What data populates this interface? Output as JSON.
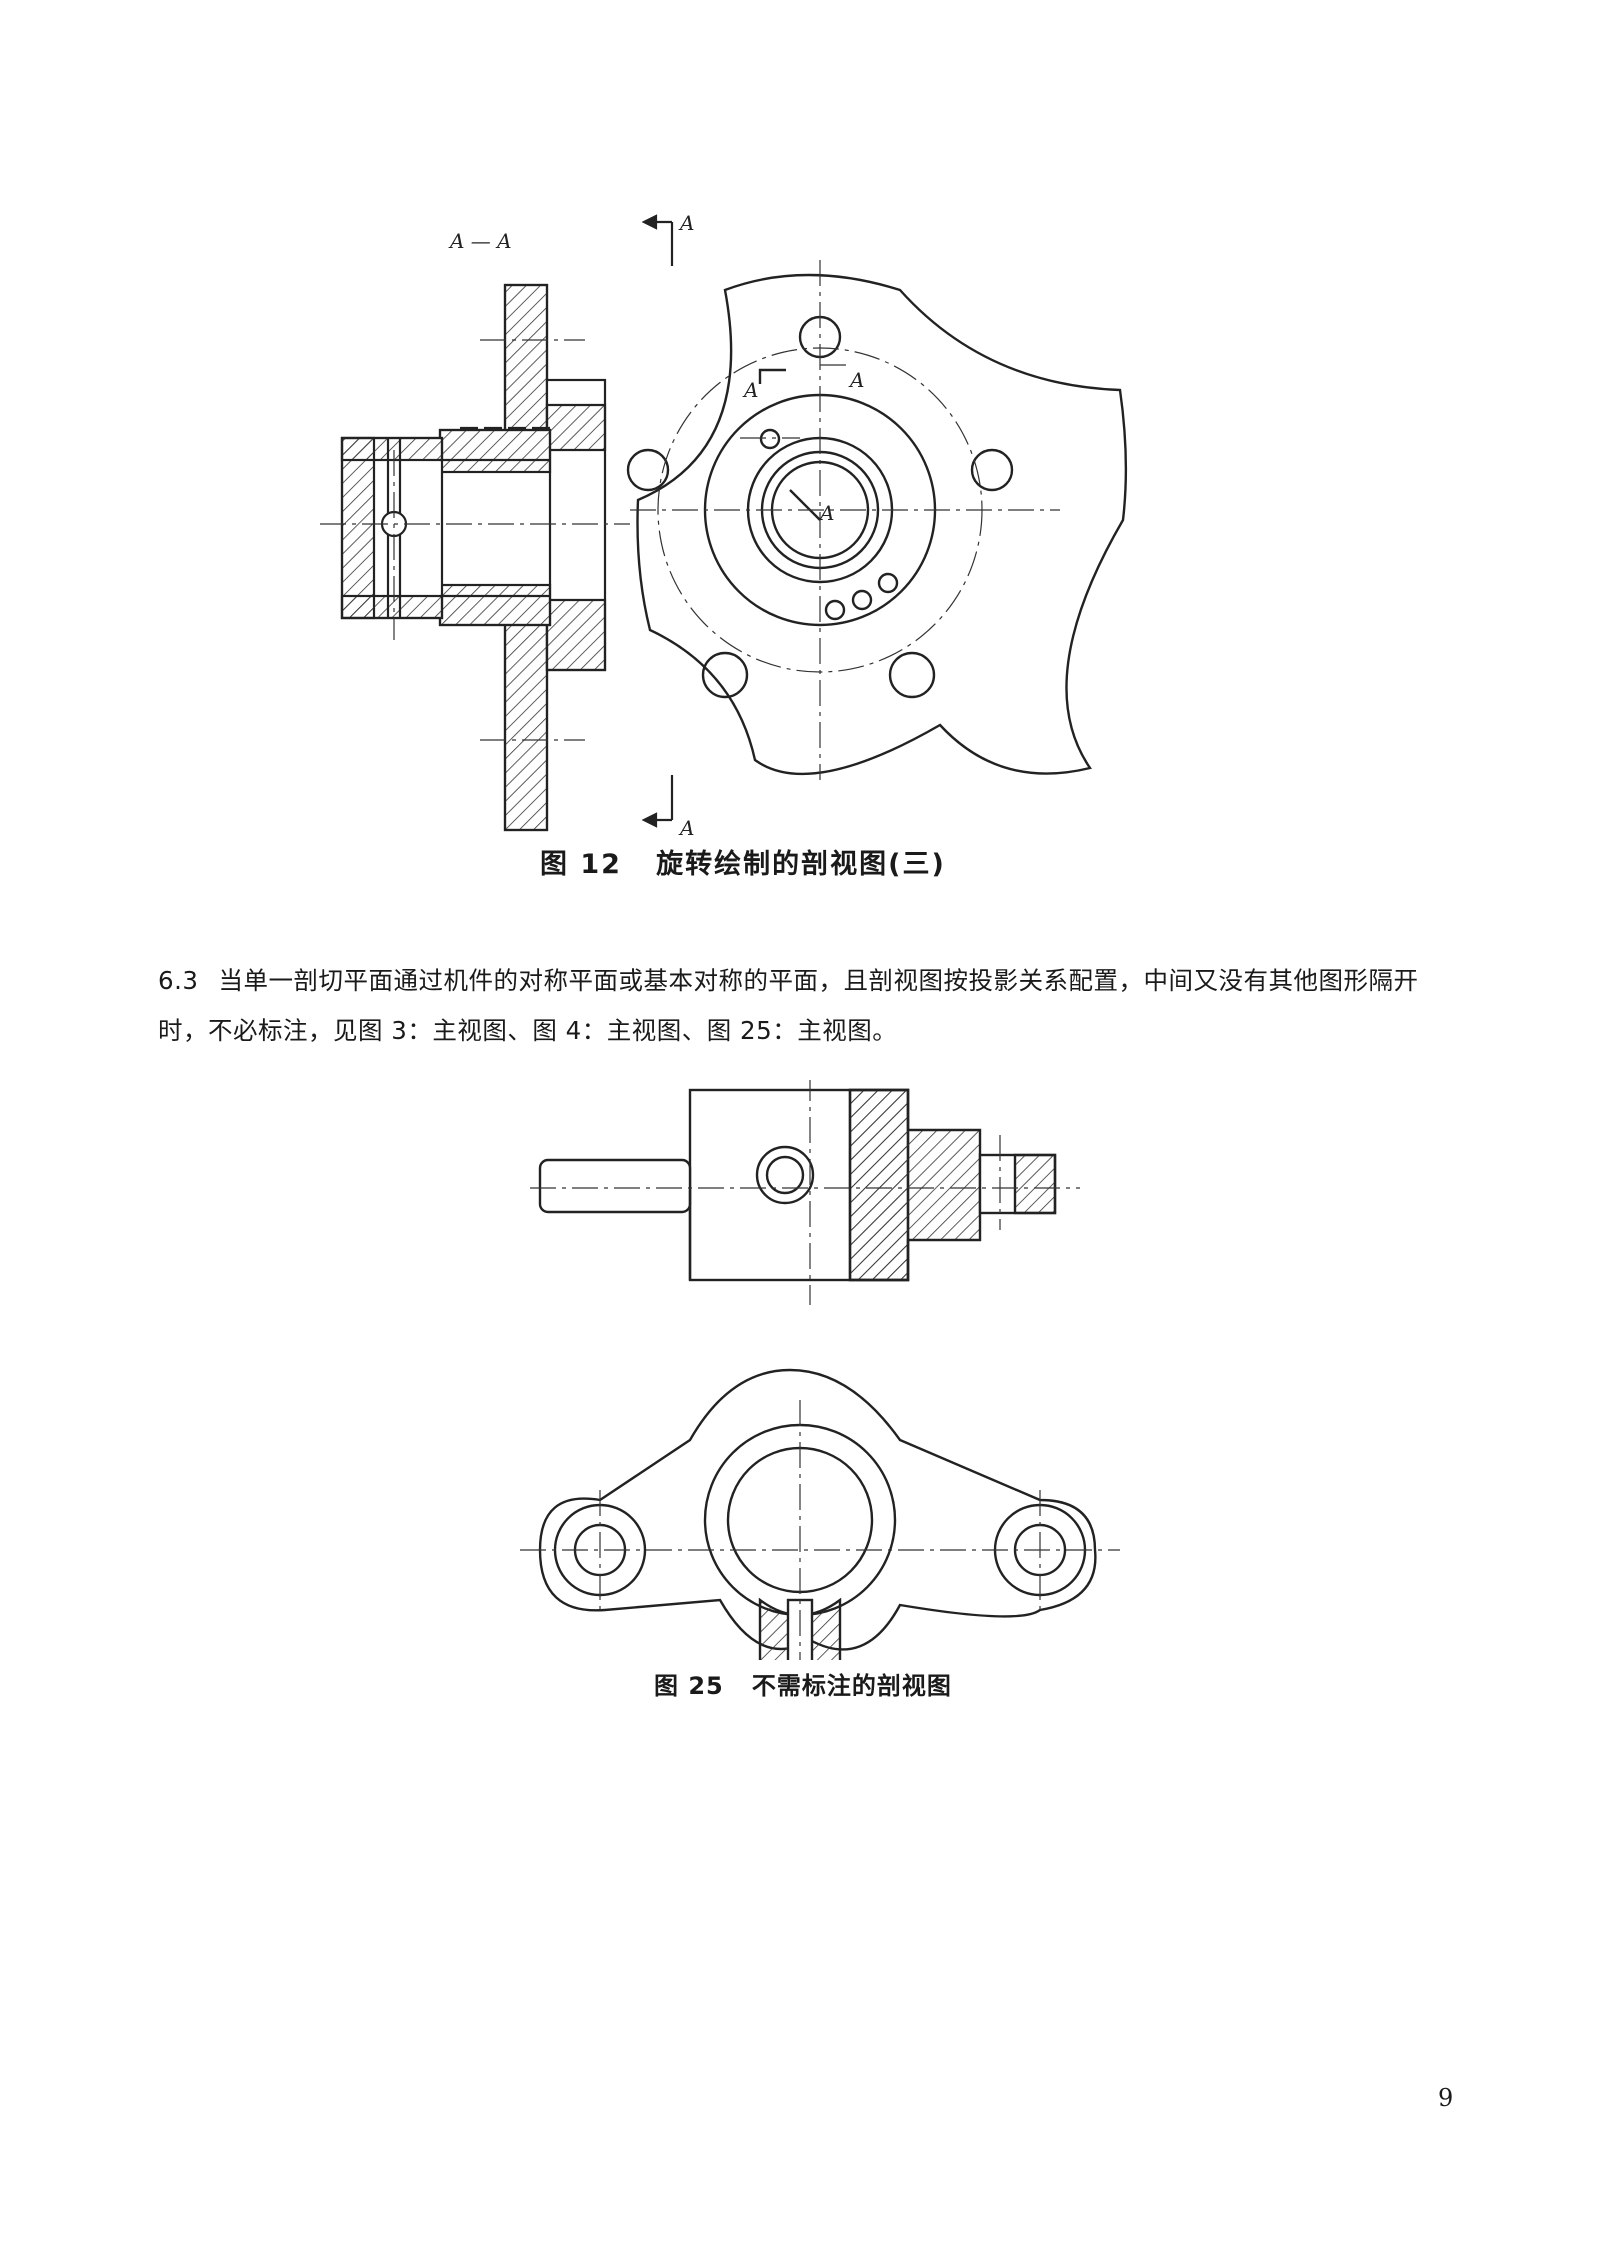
{
  "figure12": {
    "section_label": "A — A",
    "cut_label_top": "A",
    "cut_label_bottom": "A",
    "cut_label_inner_left": "A",
    "cut_label_inner_right": "A",
    "center_label": "A",
    "caption": "图 12   旋转绘制的剖视图(三)"
  },
  "section": {
    "number": "6.3",
    "text": "当单一剖切平面通过机件的对称平面或基本对称的平面，且剖视图按投影关系配置，中间又没有其他图形隔开时，不必标注，见图 3：主视图、图 4：主视图、图 25：主视图。"
  },
  "figure25": {
    "caption": "图 25   不需标注的剖视图"
  },
  "page_number": "9"
}
